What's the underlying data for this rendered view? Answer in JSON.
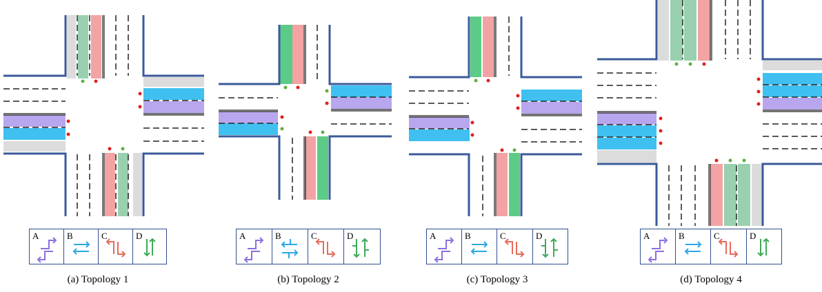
{
  "captions": [
    "(a) Topology 1",
    "(b) Topology 2",
    "(c) Topology 3",
    "(d) Topology 4"
  ],
  "legend_letters": [
    "A",
    "B",
    "C",
    "D"
  ],
  "colors": {
    "road_edge": "#3a5a9a",
    "phase_A": "#b8a6ee",
    "phase_B": "#3fc0f0",
    "phase_C": "#f3a3a3",
    "phase_D_light": "#99d0b0",
    "phase_D_dark": "#5ccb87",
    "shoulder": "#dcdcdc",
    "arrow_A": "#8a6ee0",
    "arrow_B": "#2aa8e6",
    "arrow_C": "#e86a5a",
    "arrow_D": "#3caa5a",
    "signal_red": "#e02020",
    "signal_green": "#5fb040"
  },
  "icons": [
    "left-turn-arrows-icon",
    "through-arrows-icon",
    "left-turn-arrows-icon",
    "through-arrows-icon"
  ]
}
